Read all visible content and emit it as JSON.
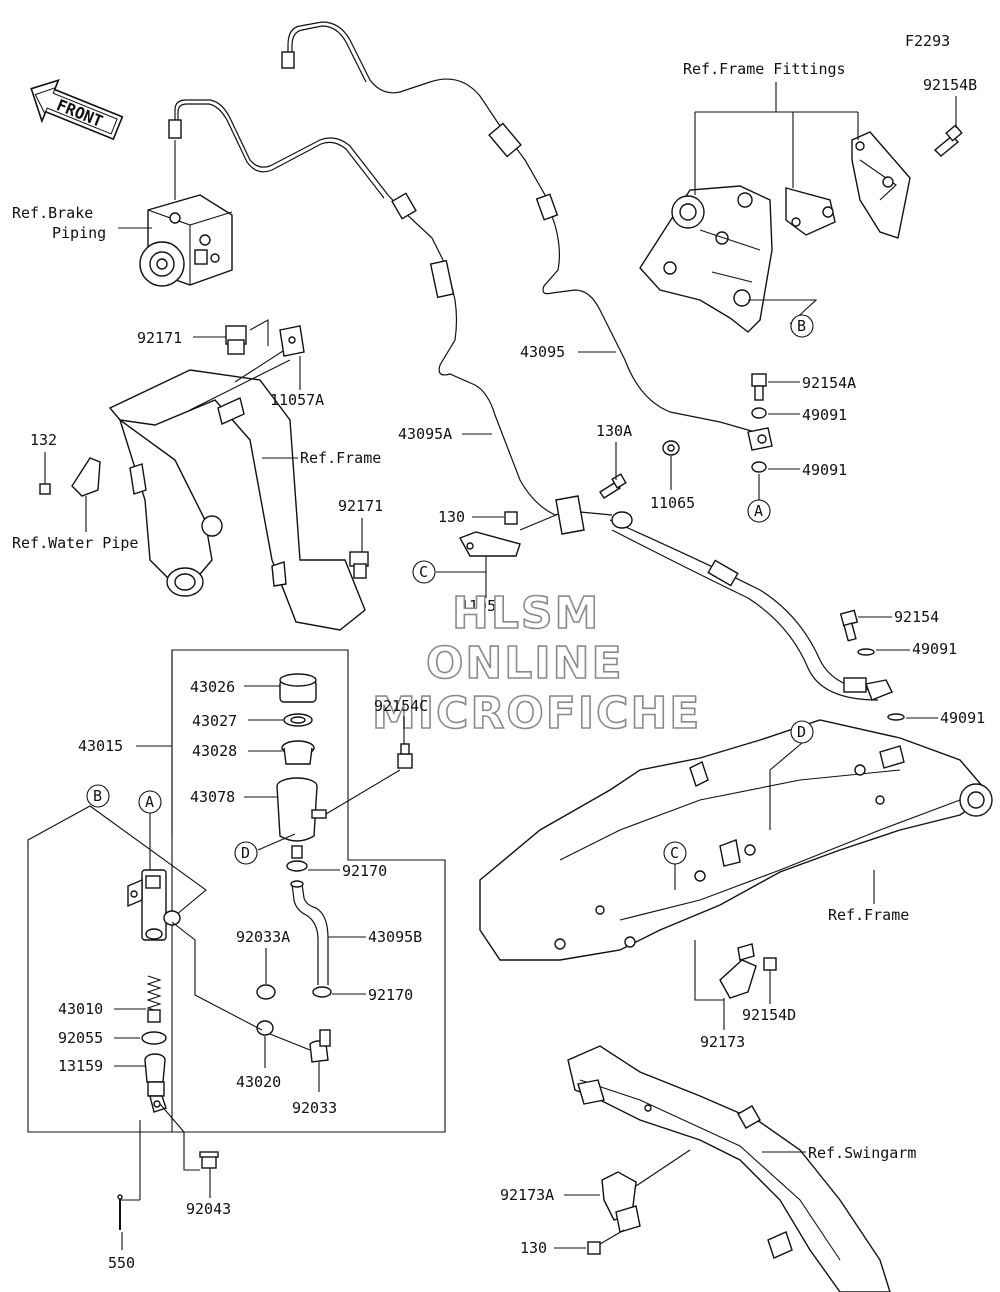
{
  "figure_code": "F2293",
  "front_arrow": "FRONT",
  "references": {
    "frame_fittings": "Ref.Frame Fittings",
    "brake_piping": [
      "Ref.Brake",
      "Piping"
    ],
    "frame_upper": "Ref.Frame",
    "water_pipe": "Ref.Water Pipe",
    "frame_lower": "Ref.Frame",
    "swingarm": "Ref.Swingarm"
  },
  "callouts": {
    "A": "A",
    "B": "B",
    "C": "C",
    "D": "D"
  },
  "part_labels": [
    "92154B",
    "43095",
    "92154A",
    "49091",
    "49091",
    "130A",
    "11065",
    "92171",
    "11057A",
    "132",
    "92171",
    "43095A",
    "130",
    "11057",
    "92154",
    "49091",
    "49091",
    "43026",
    "43027",
    "43028",
    "43078",
    "92154C",
    "43015",
    "92170",
    "43095B",
    "92033A",
    "92170",
    "43020",
    "92033",
    "43010",
    "92055",
    "13159",
    "92043",
    "550",
    "92173",
    "92154D",
    "92173A",
    "130"
  ],
  "watermark": [
    "HLSM",
    "ONLINE",
    "MICROFICHE"
  ]
}
